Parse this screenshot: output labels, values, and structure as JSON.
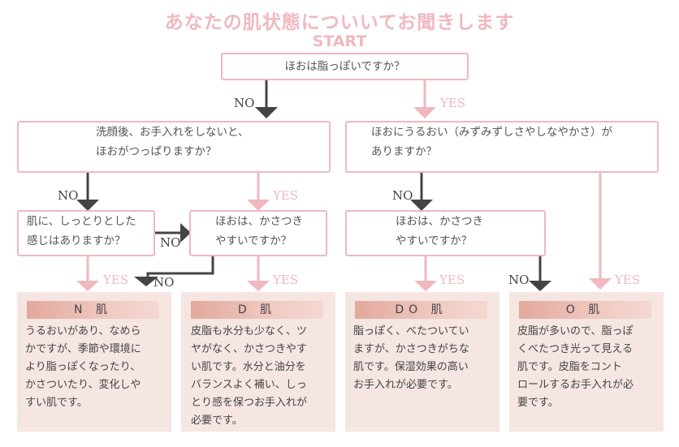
{
  "title": "あなたの肌状態についいてお聞きします",
  "start": "START",
  "questions": {
    "q1": "ほおは脂っぽいですか？",
    "q2_line1": "洗顔後、お手入れをしないと、",
    "q2_line2": "ほおがつっぱりますか？",
    "q3_line1": "ほおにうるおい（みずみずしさやしなやかさ）が",
    "q3_line2": "ありますか？",
    "q4_line1": "肌に、しっとりとした",
    "q4_line2": "感じはありますか？",
    "q5_line1": "ほおは、かさつき",
    "q5_line2": "やすいですか？",
    "q6_line1": "ほおは、かさつき",
    "q6_line2": "やすいですか？"
  },
  "labels": {
    "no": "NO",
    "yes": "YES"
  },
  "results": [
    {
      "title": "N 肌",
      "lines": [
        "うるおいがあり、なめら",
        "かですが、季節や環境に",
        "より脂っぽくなったり、",
        "かさついたり、変化しや",
        "すい肌です。"
      ]
    },
    {
      "title": "D 肌",
      "lines": [
        "皮脂も水分も少なく、ツ",
        "ヤがなく、かさつきやす",
        "い肌です。水分と油分を",
        "バランスよく補い、しっ",
        "とり感を保つお手入れが",
        "必要です。"
      ]
    },
    {
      "title": "DO 肌",
      "lines": [
        "脂っぽく、べたついてい",
        "ますが、かさつきがちな",
        "肌です。保湿効果の高い",
        "お手入れが必要です。"
      ]
    },
    {
      "title": "O 肌",
      "lines": [
        "皮脂が多いので、脂っぽ",
        "くべたつき光って見える",
        "肌です。皮脂をコント",
        "ロールするお手入れが必",
        "要です。"
      ]
    }
  ],
  "colors": {
    "pink": "#f0b8bf",
    "dark_arrow": "#444444",
    "result_bg": "#f5e6e2"
  }
}
